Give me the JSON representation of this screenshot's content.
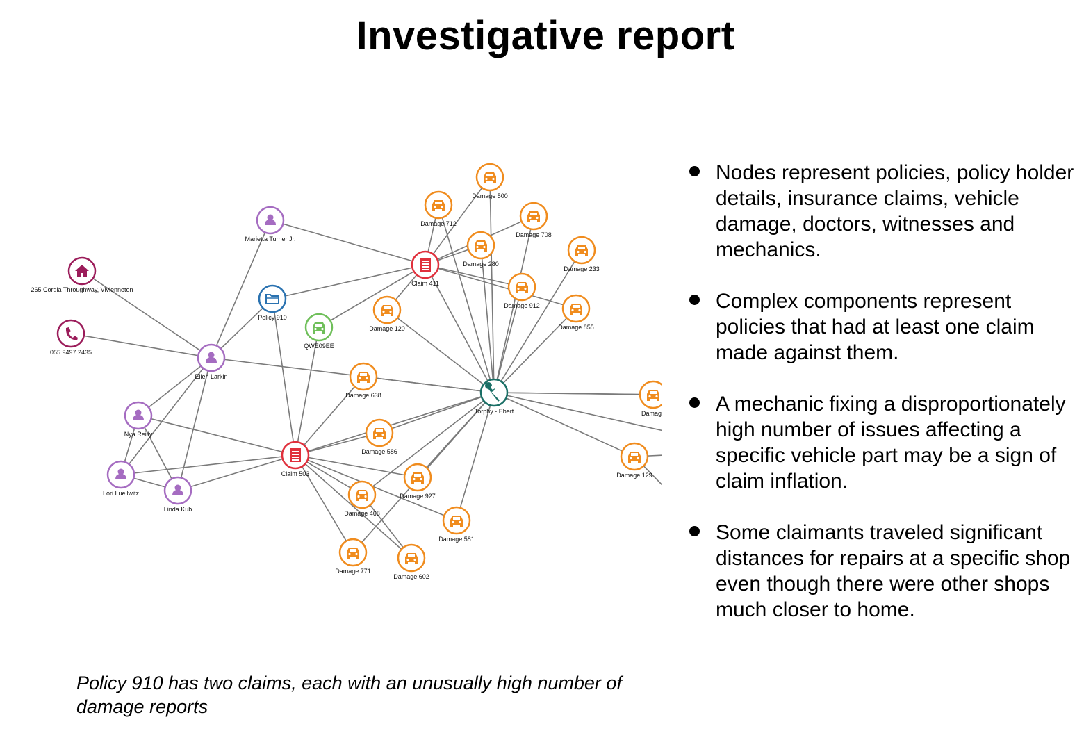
{
  "title": "Investigative report",
  "caption": "Policy 910 has two claims, each with an unusually high number of damage reports",
  "bullets": [
    "Nodes represent policies, policy holder details, insurance claims, vehicle damage, doctors, witnesses and mechanics.",
    "Complex components represent policies that had at least one claim made against them.",
    "A mechanic fixing a disproportionately high number of issues affecting a specific vehicle part may be a sign of claim inflation.",
    "Some claimants traveled significant distances for repairs at a specific shop even though there were other shops much closer to home."
  ],
  "colors": {
    "person": "#a56cc1",
    "address": "#9b1c5a",
    "phone": "#9b1c5a",
    "policy": "#2a72b0",
    "vehicle": "#6fbf5a",
    "claim": "#e0303c",
    "damage": "#f08c1e",
    "mechanic": "#1a6f66",
    "edge": "#7a7a7a"
  },
  "graph": {
    "nodes": [
      {
        "id": "marietta",
        "type": "person",
        "icon": "person-icon",
        "label": "Marietta Turner Jr."
      },
      {
        "id": "address",
        "type": "address",
        "icon": "home-icon",
        "label": "265 Cordia Throughway, Vivienneton"
      },
      {
        "id": "phone",
        "type": "phone",
        "icon": "phone-icon",
        "label": "055 9497 2435"
      },
      {
        "id": "ellen",
        "type": "person",
        "icon": "person-icon",
        "label": "Ellen Larkin"
      },
      {
        "id": "nya",
        "type": "person",
        "icon": "person-icon",
        "label": "Nya Reilly"
      },
      {
        "id": "lori",
        "type": "person",
        "icon": "person-icon",
        "label": "Lori Lueilwitz"
      },
      {
        "id": "linda",
        "type": "person",
        "icon": "person-icon",
        "label": "Linda Kub"
      },
      {
        "id": "policy910",
        "type": "policy",
        "icon": "folder-icon",
        "label": "Policy 910"
      },
      {
        "id": "vehicle",
        "type": "vehicle",
        "icon": "car-icon",
        "label": "QWE09EE"
      },
      {
        "id": "claim411",
        "type": "claim",
        "icon": "claim-icon",
        "label": "Claim 411"
      },
      {
        "id": "claim503",
        "type": "claim",
        "icon": "claim-icon",
        "label": "Claim 503"
      },
      {
        "id": "mechanic",
        "type": "mechanic",
        "icon": "wrench-icon",
        "label": "Torphy - Ebert"
      },
      {
        "id": "d500",
        "type": "damage",
        "icon": "car-icon",
        "label": "Damage 500"
      },
      {
        "id": "d712",
        "type": "damage",
        "icon": "car-icon",
        "label": "Damage 712"
      },
      {
        "id": "d708",
        "type": "damage",
        "icon": "car-icon",
        "label": "Damage 708"
      },
      {
        "id": "d280",
        "type": "damage",
        "icon": "car-icon",
        "label": "Damage 280"
      },
      {
        "id": "d233",
        "type": "damage",
        "icon": "car-icon",
        "label": "Damage 233"
      },
      {
        "id": "d912",
        "type": "damage",
        "icon": "car-icon",
        "label": "Damage 912"
      },
      {
        "id": "d855",
        "type": "damage",
        "icon": "car-icon",
        "label": "Damage 855"
      },
      {
        "id": "d120",
        "type": "damage",
        "icon": "car-icon",
        "label": "Damage 120"
      },
      {
        "id": "d638",
        "type": "damage",
        "icon": "car-icon",
        "label": "Damage 638"
      },
      {
        "id": "d586",
        "type": "damage",
        "icon": "car-icon",
        "label": "Damage 586"
      },
      {
        "id": "d927",
        "type": "damage",
        "icon": "car-icon",
        "label": "Damage 927"
      },
      {
        "id": "d468",
        "type": "damage",
        "icon": "car-icon",
        "label": "Damage 468"
      },
      {
        "id": "d581",
        "type": "damage",
        "icon": "car-icon",
        "label": "Damage 581"
      },
      {
        "id": "d771",
        "type": "damage",
        "icon": "car-icon",
        "label": "Damage 771"
      },
      {
        "id": "d602",
        "type": "damage",
        "icon": "car-icon",
        "label": "Damage 602"
      },
      {
        "id": "d129",
        "type": "damage",
        "icon": "car-icon",
        "label": "Damage 129"
      },
      {
        "id": "dedge",
        "type": "damage",
        "icon": "car-icon",
        "label": "Damage"
      }
    ],
    "edges": [
      [
        "marietta",
        "claim411"
      ],
      [
        "marietta",
        "ellen"
      ],
      [
        "address",
        "ellen"
      ],
      [
        "phone",
        "ellen"
      ],
      [
        "ellen",
        "policy910"
      ],
      [
        "ellen",
        "mechanic"
      ],
      [
        "ellen",
        "nya"
      ],
      [
        "ellen",
        "lori"
      ],
      [
        "ellen",
        "linda"
      ],
      [
        "nya",
        "lori"
      ],
      [
        "nya",
        "linda"
      ],
      [
        "nya",
        "claim503"
      ],
      [
        "lori",
        "linda"
      ],
      [
        "lori",
        "claim503"
      ],
      [
        "linda",
        "claim503"
      ],
      [
        "policy910",
        "claim411"
      ],
      [
        "policy910",
        "claim503"
      ],
      [
        "vehicle",
        "claim411"
      ],
      [
        "vehicle",
        "claim503"
      ],
      [
        "claim411",
        "d712"
      ],
      [
        "claim411",
        "d500"
      ],
      [
        "claim411",
        "d708"
      ],
      [
        "claim411",
        "d280"
      ],
      [
        "claim411",
        "d912"
      ],
      [
        "claim411",
        "d855"
      ],
      [
        "claim411",
        "d120"
      ],
      [
        "claim411",
        "mechanic"
      ],
      [
        "claim503",
        "d638"
      ],
      [
        "claim503",
        "d586"
      ],
      [
        "claim503",
        "d927"
      ],
      [
        "claim503",
        "d468"
      ],
      [
        "claim503",
        "d581"
      ],
      [
        "claim503",
        "d771"
      ],
      [
        "claim503",
        "d602"
      ],
      [
        "claim503",
        "mechanic"
      ],
      [
        "mechanic",
        "d500"
      ],
      [
        "mechanic",
        "d712"
      ],
      [
        "mechanic",
        "d708"
      ],
      [
        "mechanic",
        "d280"
      ],
      [
        "mechanic",
        "d233"
      ],
      [
        "mechanic",
        "d912"
      ],
      [
        "mechanic",
        "d855"
      ],
      [
        "mechanic",
        "d120"
      ],
      [
        "mechanic",
        "d638"
      ],
      [
        "mechanic",
        "d586"
      ],
      [
        "mechanic",
        "d927"
      ],
      [
        "mechanic",
        "d468"
      ],
      [
        "mechanic",
        "d581"
      ],
      [
        "mechanic",
        "d771"
      ],
      [
        "mechanic",
        "d129"
      ],
      [
        "mechanic",
        "dedge"
      ],
      [
        "mechanic",
        "offA"
      ],
      [
        "mechanic",
        "offB"
      ],
      [
        "d129",
        "offC"
      ],
      [
        "d129",
        "offD"
      ],
      [
        "d468",
        "d602"
      ]
    ]
  }
}
